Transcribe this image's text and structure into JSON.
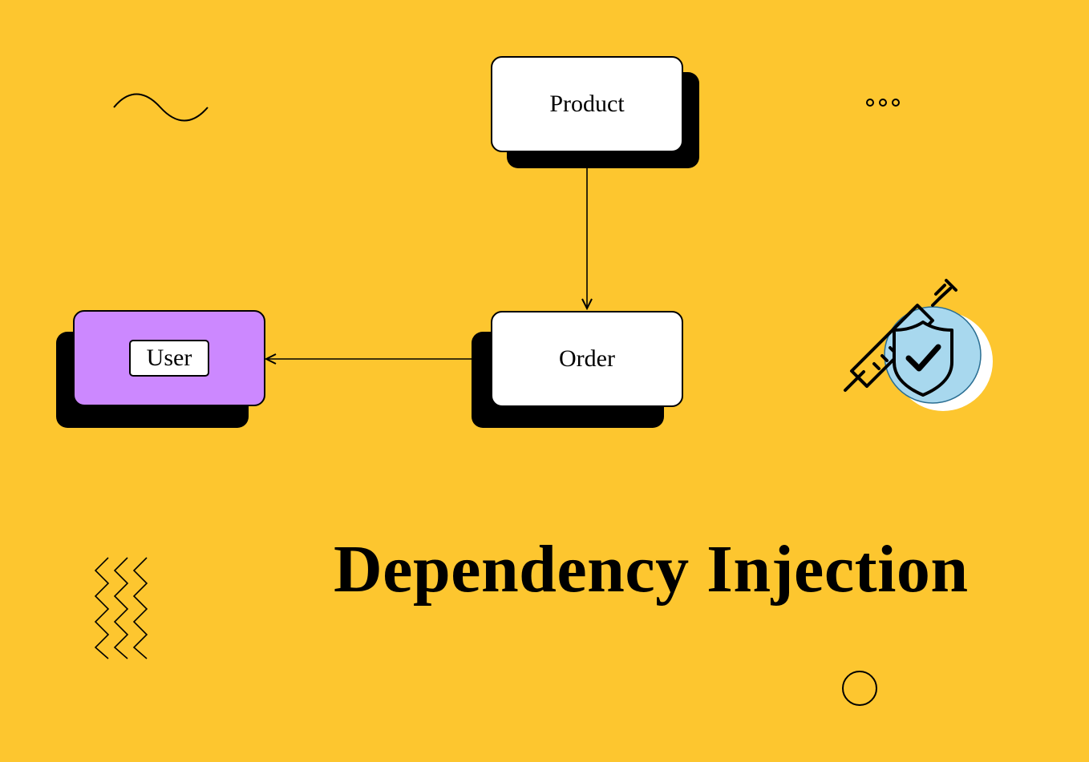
{
  "diagram": {
    "title": "Dependency Injection",
    "nodes": {
      "product": "Product",
      "order": "Order",
      "user": "User"
    },
    "edges": [
      {
        "from": "Product",
        "to": "Order"
      },
      {
        "from": "Order",
        "to": "User"
      }
    ]
  },
  "colors": {
    "background": "#FDC62F",
    "user_box": "#CC88FF",
    "node_box": "#FFFFFF",
    "shadow": "#000000",
    "badge_circle": "#A8D8EE"
  },
  "decorations": [
    "wave-icon",
    "dots-icon",
    "zigzag-icon",
    "circle-icon",
    "syringe-shield-icon"
  ]
}
